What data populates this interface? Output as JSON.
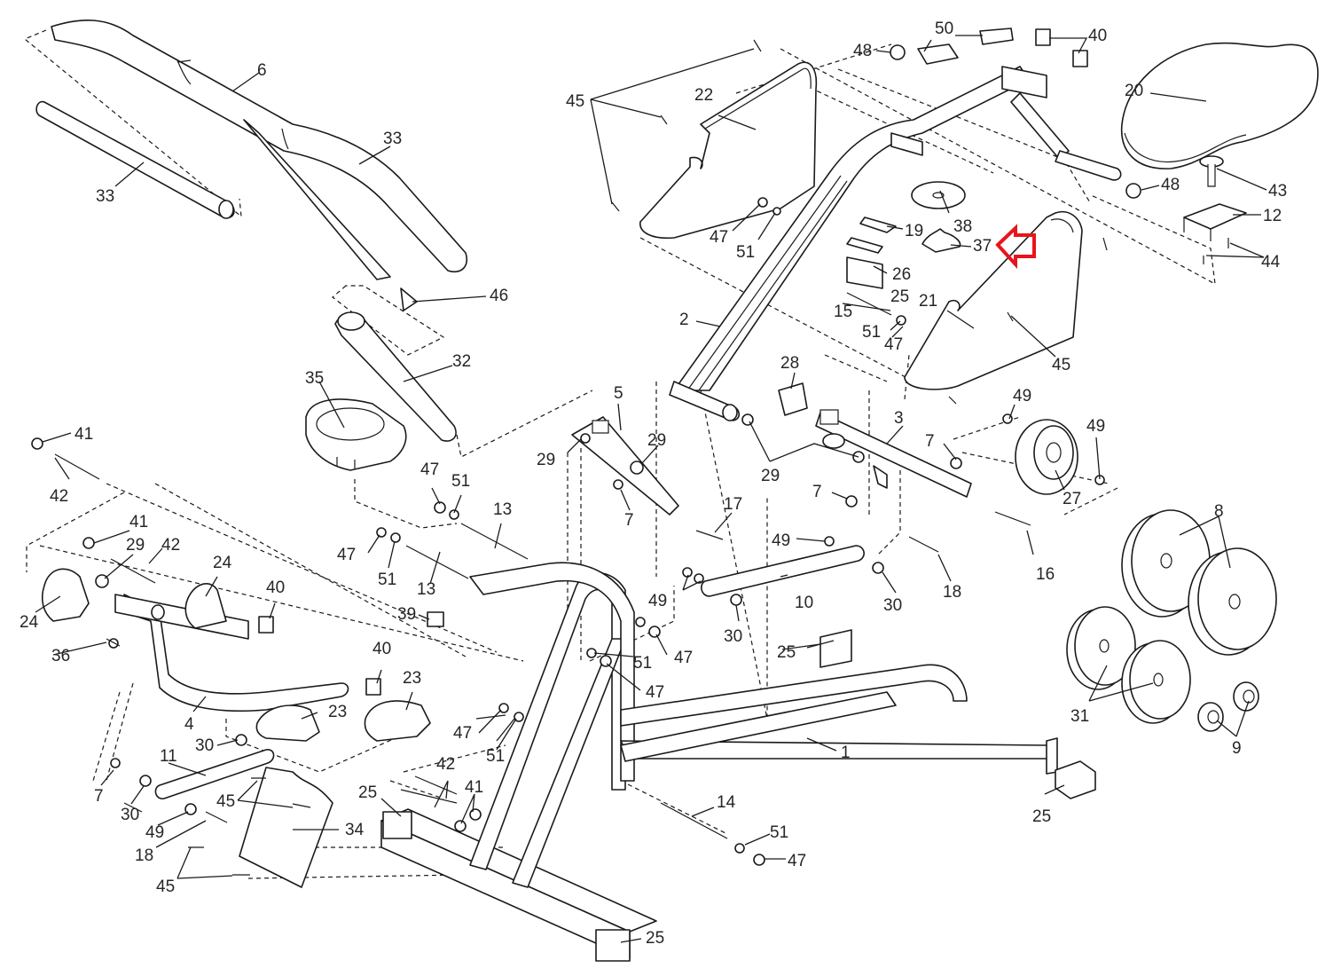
{
  "diagram": {
    "type": "exploded parts diagram",
    "subject": "exercise bike frame assembly",
    "highlight": {
      "type": "arrow",
      "color": "#e8141c",
      "points_to_part": "37",
      "direction": "left"
    },
    "labels": [
      {
        "id": "l6",
        "text": "6"
      },
      {
        "id": "l33a",
        "text": "33"
      },
      {
        "id": "l33b",
        "text": "33"
      },
      {
        "id": "l46",
        "text": "46"
      },
      {
        "id": "l32",
        "text": "32"
      },
      {
        "id": "l35",
        "text": "35"
      },
      {
        "id": "l45a",
        "text": "45"
      },
      {
        "id": "l22",
        "text": "22"
      },
      {
        "id": "l47a",
        "text": "47"
      },
      {
        "id": "l51a",
        "text": "51"
      },
      {
        "id": "l50",
        "text": "50"
      },
      {
        "id": "l48a",
        "text": "48"
      },
      {
        "id": "l40a",
        "text": "40"
      },
      {
        "id": "l20",
        "text": "20"
      },
      {
        "id": "l48b",
        "text": "48"
      },
      {
        "id": "l43",
        "text": "43"
      },
      {
        "id": "l12",
        "text": "12"
      },
      {
        "id": "l44",
        "text": "44"
      },
      {
        "id": "l38",
        "text": "38"
      },
      {
        "id": "l19",
        "text": "19"
      },
      {
        "id": "l37",
        "text": "37"
      },
      {
        "id": "l26",
        "text": "26"
      },
      {
        "id": "l25a",
        "text": "25"
      },
      {
        "id": "l15",
        "text": "15"
      },
      {
        "id": "l21",
        "text": "21"
      },
      {
        "id": "l51b",
        "text": "51"
      },
      {
        "id": "l47b",
        "text": "47"
      },
      {
        "id": "l45b",
        "text": "45"
      },
      {
        "id": "l2",
        "text": "2"
      },
      {
        "id": "l28",
        "text": "28"
      },
      {
        "id": "l49a",
        "text": "49"
      },
      {
        "id": "l49b",
        "text": "49"
      },
      {
        "id": "l27",
        "text": "27"
      },
      {
        "id": "l3",
        "text": "3"
      },
      {
        "id": "l7a",
        "text": "7"
      },
      {
        "id": "l5",
        "text": "5"
      },
      {
        "id": "l29a",
        "text": "29"
      },
      {
        "id": "l29b",
        "text": "29"
      },
      {
        "id": "l29c",
        "text": "29"
      },
      {
        "id": "l7b",
        "text": "7"
      },
      {
        "id": "l7c",
        "text": "7"
      },
      {
        "id": "l17",
        "text": "17"
      },
      {
        "id": "l16",
        "text": "16"
      },
      {
        "id": "l18a",
        "text": "18"
      },
      {
        "id": "l49c",
        "text": "49"
      },
      {
        "id": "l10",
        "text": "10"
      },
      {
        "id": "l30a",
        "text": "30"
      },
      {
        "id": "l30b",
        "text": "30"
      },
      {
        "id": "l49d",
        "text": "49"
      },
      {
        "id": "l8",
        "text": "8"
      },
      {
        "id": "l31",
        "text": "31"
      },
      {
        "id": "l9",
        "text": "9"
      },
      {
        "id": "l41a",
        "text": "41"
      },
      {
        "id": "l42a",
        "text": "42"
      },
      {
        "id": "l41b",
        "text": "41"
      },
      {
        "id": "l29d",
        "text": "29"
      },
      {
        "id": "l42b",
        "text": "42"
      },
      {
        "id": "l24a",
        "text": "24"
      },
      {
        "id": "l24b",
        "text": "24"
      },
      {
        "id": "l40b",
        "text": "40"
      },
      {
        "id": "l36",
        "text": "36"
      },
      {
        "id": "l47c",
        "text": "47"
      },
      {
        "id": "l51c",
        "text": "51"
      },
      {
        "id": "l13a",
        "text": "13"
      },
      {
        "id": "l47d",
        "text": "47"
      },
      {
        "id": "l51d",
        "text": "51"
      },
      {
        "id": "l13b",
        "text": "13"
      },
      {
        "id": "l39",
        "text": "39"
      },
      {
        "id": "l40c",
        "text": "40"
      },
      {
        "id": "l23a",
        "text": "23"
      },
      {
        "id": "l23b",
        "text": "23"
      },
      {
        "id": "l4",
        "text": "4"
      },
      {
        "id": "l51e",
        "text": "51"
      },
      {
        "id": "l47e",
        "text": "47"
      },
      {
        "id": "l47f",
        "text": "47"
      },
      {
        "id": "l25b",
        "text": "25"
      },
      {
        "id": "l1",
        "text": "1"
      },
      {
        "id": "l30c",
        "text": "30"
      },
      {
        "id": "l11",
        "text": "11"
      },
      {
        "id": "l7d",
        "text": "7"
      },
      {
        "id": "l30d",
        "text": "30"
      },
      {
        "id": "l45c",
        "text": "45"
      },
      {
        "id": "l49e",
        "text": "49"
      },
      {
        "id": "l18b",
        "text": "18"
      },
      {
        "id": "l34",
        "text": "34"
      },
      {
        "id": "l45d",
        "text": "45"
      },
      {
        "id": "l47g",
        "text": "47"
      },
      {
        "id": "l51f",
        "text": "51"
      },
      {
        "id": "l42c",
        "text": "42"
      },
      {
        "id": "l41c",
        "text": "41"
      },
      {
        "id": "l25c",
        "text": "25"
      },
      {
        "id": "l14",
        "text": "14"
      },
      {
        "id": "l51g",
        "text": "51"
      },
      {
        "id": "l47h",
        "text": "47"
      },
      {
        "id": "l25d",
        "text": "25"
      },
      {
        "id": "l25e",
        "text": "25"
      }
    ]
  }
}
